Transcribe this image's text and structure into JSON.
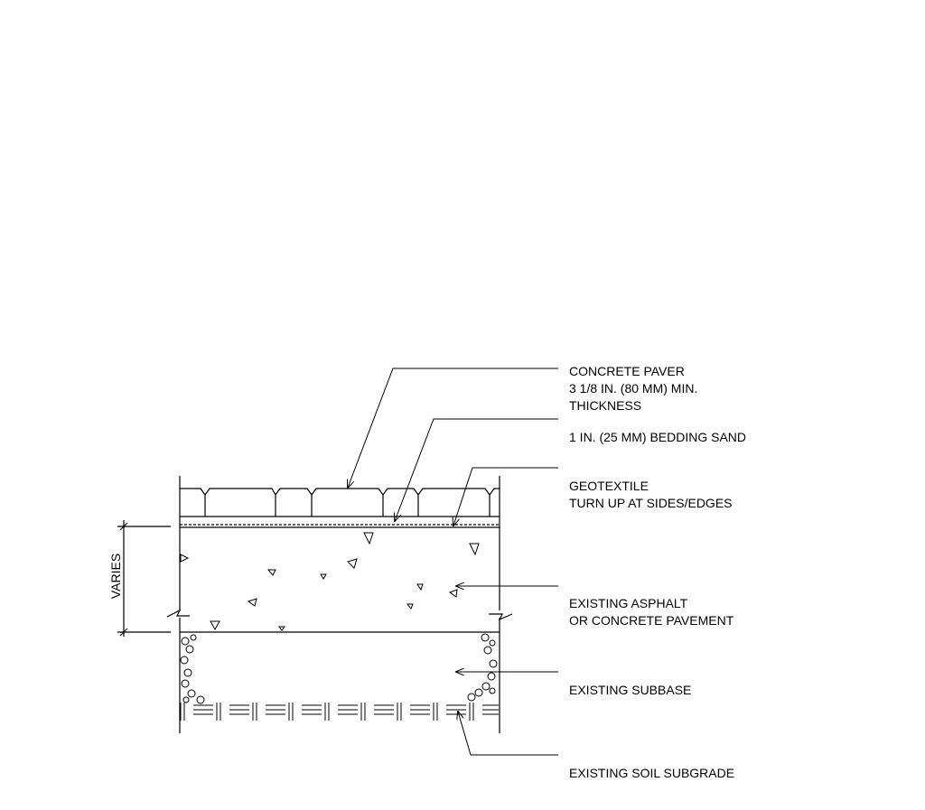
{
  "labels": {
    "paver": [
      "CONCRETE PAVER",
      "3 1/8 IN. (80 MM) MIN.",
      "THICKNESS"
    ],
    "sand": [
      "1 IN. (25 MM) BEDDING SAND"
    ],
    "geotextile": [
      "GEOTEXTILE",
      "TURN UP AT SIDES/EDGES"
    ],
    "pavement": [
      "EXISTING ASPHALT",
      "OR CONCRETE PAVEMENT"
    ],
    "subbase": [
      "EXISTING SUBBASE"
    ],
    "subgrade": [
      "EXISTING SOIL SUBGRADE"
    ]
  },
  "dimension": {
    "label": "VARIES"
  }
}
